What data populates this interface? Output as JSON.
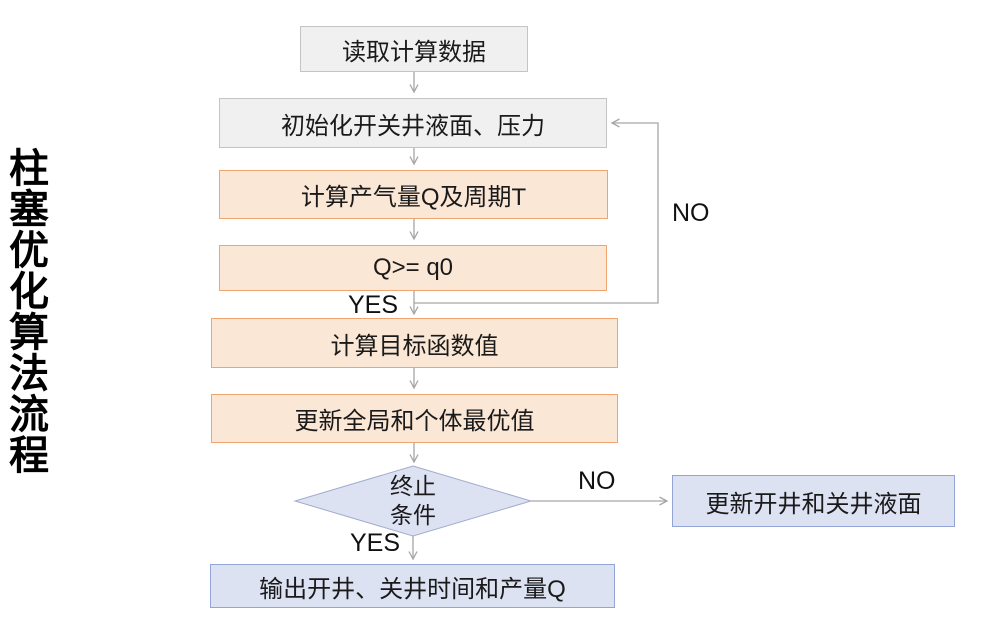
{
  "title": "柱塞优化算法流程",
  "flowchart": {
    "nodes": {
      "read": {
        "label": "读取计算数据"
      },
      "init": {
        "label": "初始化开关井液面、压力"
      },
      "calc_q": {
        "label": "计算产气量Q及周期T"
      },
      "check_q": {
        "label": "Q>= q0"
      },
      "objective": {
        "label": "计算目标函数值"
      },
      "update_best": {
        "label": "更新全局和个体最优值"
      },
      "terminate": {
        "line1": "终止",
        "line2": "条件"
      },
      "output": {
        "label": "输出开井、关井时间和产量Q"
      },
      "update_levels": {
        "label": "更新开井和关井液面"
      }
    },
    "labels": {
      "loop_no": "NO",
      "check_yes": "YES",
      "terminate_no": "NO",
      "terminate_yes": "YES"
    },
    "edges": [
      {
        "from": "read",
        "to": "init"
      },
      {
        "from": "init",
        "to": "calc_q"
      },
      {
        "from": "calc_q",
        "to": "check_q"
      },
      {
        "from": "check_q",
        "to": "objective",
        "label": "YES"
      },
      {
        "from": "check_q",
        "to": "init",
        "label": "NO"
      },
      {
        "from": "objective",
        "to": "update_best"
      },
      {
        "from": "update_best",
        "to": "terminate"
      },
      {
        "from": "terminate",
        "to": "update_levels",
        "label": "NO"
      },
      {
        "from": "terminate",
        "to": "output",
        "label": "YES"
      }
    ]
  },
  "colors": {
    "gray_fill": "#f0f0f0",
    "gray_border": "#c4c4c4",
    "peach_fill": "#fbe7d5",
    "peach_border": "#f2a470",
    "blue_fill": "#dde2f3",
    "blue_border": "#93a5d6",
    "diamond_border": "#a2abce",
    "line_color": "#a6a6a6"
  }
}
